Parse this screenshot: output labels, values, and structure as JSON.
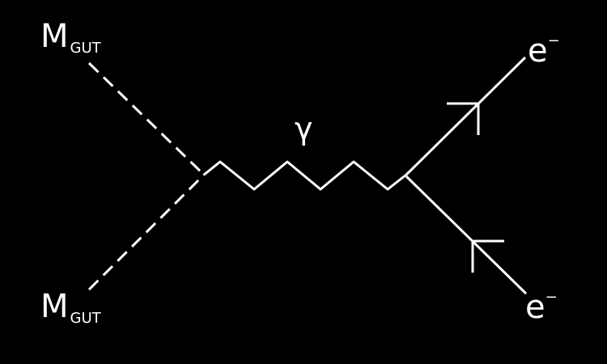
{
  "diagram": {
    "type": "feynman",
    "particles": {
      "incoming_top": {
        "symbol": "M",
        "subscript": "GUT",
        "line": "dashed"
      },
      "incoming_bottom": {
        "symbol": "M",
        "subscript": "GUT",
        "line": "dashed"
      },
      "propagator": {
        "symbol": "γ",
        "line": "wavy"
      },
      "outgoing_top": {
        "symbol": "e",
        "superscript": "−",
        "line": "fermion"
      },
      "outgoing_bottom": {
        "symbol": "e",
        "superscript": "−",
        "line": "fermion"
      }
    },
    "colors": {
      "background": "#000000",
      "foreground": "#ffffff"
    }
  }
}
